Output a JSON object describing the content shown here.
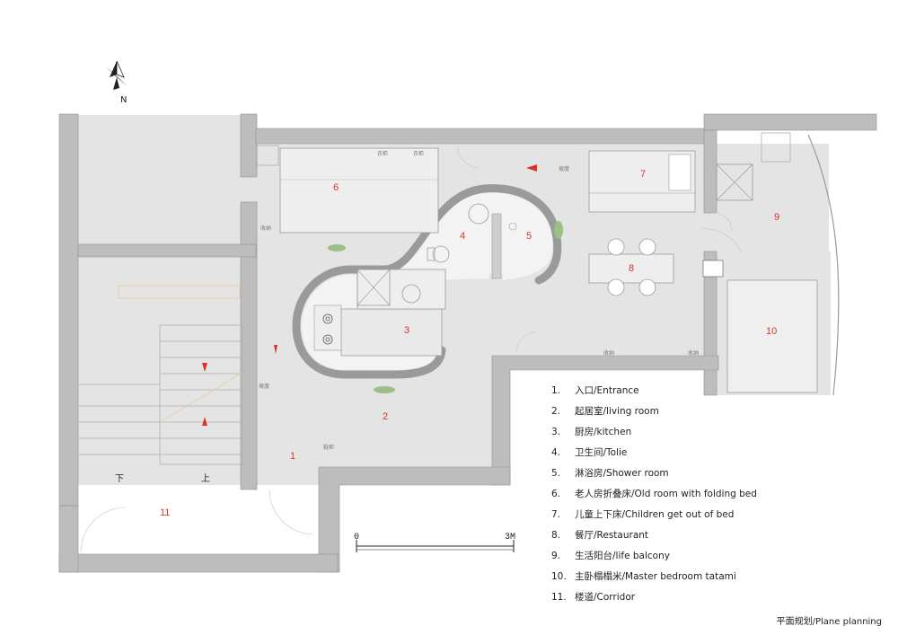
{
  "compass": {
    "label": "N"
  },
  "rooms": [
    {
      "id": "room-6",
      "number": "6"
    },
    {
      "id": "room-7",
      "number": "7"
    },
    {
      "id": "room-9",
      "number": "9"
    },
    {
      "id": "room-4",
      "number": "4"
    },
    {
      "id": "room-5",
      "number": "5"
    },
    {
      "id": "room-8",
      "number": "8"
    },
    {
      "id": "room-3",
      "number": "3"
    },
    {
      "id": "room-10",
      "number": "10"
    },
    {
      "id": "room-2",
      "number": "2"
    },
    {
      "id": "room-1",
      "number": "1"
    },
    {
      "id": "room-11",
      "number": "11"
    }
  ],
  "annotations": {
    "wardrobe_1": "衣柜",
    "wardrobe_2": "衣柜",
    "storage_1": "收纳",
    "storage_2": "收纳",
    "storage_3": "收纳",
    "slope_1": "坡度",
    "slope_2": "坡度",
    "shoe_cabinet": "鞋柜"
  },
  "stairs": {
    "down": "下",
    "up": "上"
  },
  "scale": {
    "start": "0",
    "end": "3M"
  },
  "legend": [
    {
      "num": "1.",
      "text": "入口/Entrance"
    },
    {
      "num": "2.",
      "text": "起居室/living room"
    },
    {
      "num": "3.",
      "text": "厨房/kitchen"
    },
    {
      "num": "4.",
      "text": "卫生间/Tolie"
    },
    {
      "num": "5.",
      "text": "淋浴房/Shower room"
    },
    {
      "num": "6.",
      "text": "老人房折叠床/Old room with folding bed"
    },
    {
      "num": "7.",
      "text": "儿童上下床/Children get out of bed"
    },
    {
      "num": "8.",
      "text": "餐厅/Restaurant"
    },
    {
      "num": "9.",
      "text": "生活阳台/life balcony"
    },
    {
      "num": "10.",
      "text": "主卧榻榻米/Master bedroom tatami"
    },
    {
      "num": "11.",
      "text": "楼道/Corridor"
    }
  ],
  "footer": {
    "title": "平面规划/Plane planning"
  },
  "colors": {
    "wall": "#bdbdbd",
    "floor": "#e4e4e4",
    "room_number": "#d9342b",
    "line": "#9a9a9a"
  }
}
